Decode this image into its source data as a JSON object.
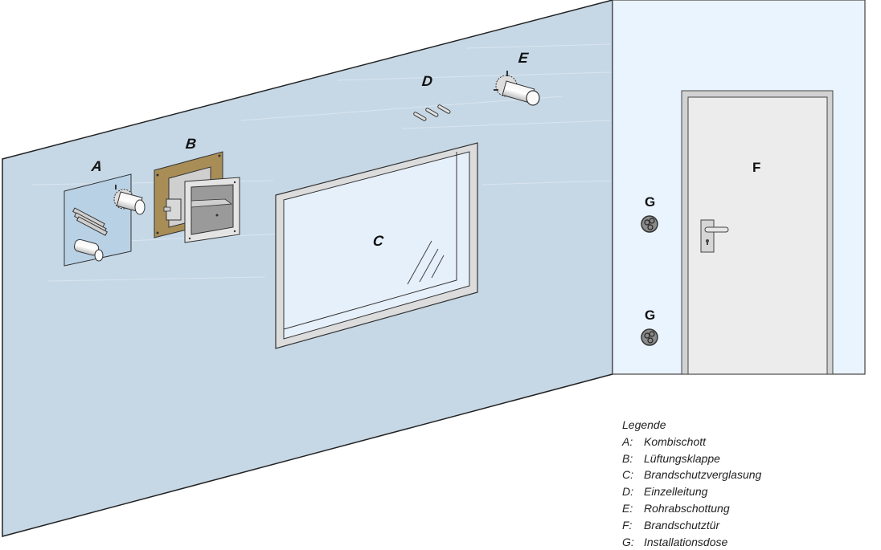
{
  "colors": {
    "left_wall": "#c6d8e6",
    "right_wall": "#eaf4fe",
    "door_leaf": "#ececec",
    "door_frame": "#d2d2d2",
    "outline": "#333333",
    "glass": "#e6f0fb",
    "window_frame": "#dcdcdc",
    "board_brown": "#a88d57",
    "outlet_gray": "#8a8a8a"
  },
  "diagram": {
    "labels": {
      "A": "A",
      "B": "B",
      "C": "C",
      "D": "D",
      "E": "E",
      "F": "F",
      "G1": "G",
      "G2": "G"
    },
    "icons": {
      "A": "combination-seal-icon",
      "B": "ventilation-damper-icon",
      "C": "fire-glazing-window-icon",
      "D": "single-lines-icon",
      "E": "pipe-seal-icon",
      "F": "fire-door-icon",
      "G": "installation-box-icon"
    }
  },
  "legend": {
    "title": "Legende",
    "items": [
      {
        "key": "A:",
        "text": "Kombischott"
      },
      {
        "key": "B:",
        "text": "Lüftungsklappe"
      },
      {
        "key": "C:",
        "text": "Brandschutzverglasung"
      },
      {
        "key": "D:",
        "text": "Einzelleitung"
      },
      {
        "key": "E:",
        "text": "Rohrabschottung"
      },
      {
        "key": "F:",
        "text": "Brandschutztür"
      },
      {
        "key": "G:",
        "text": "Installationsdose"
      }
    ]
  }
}
